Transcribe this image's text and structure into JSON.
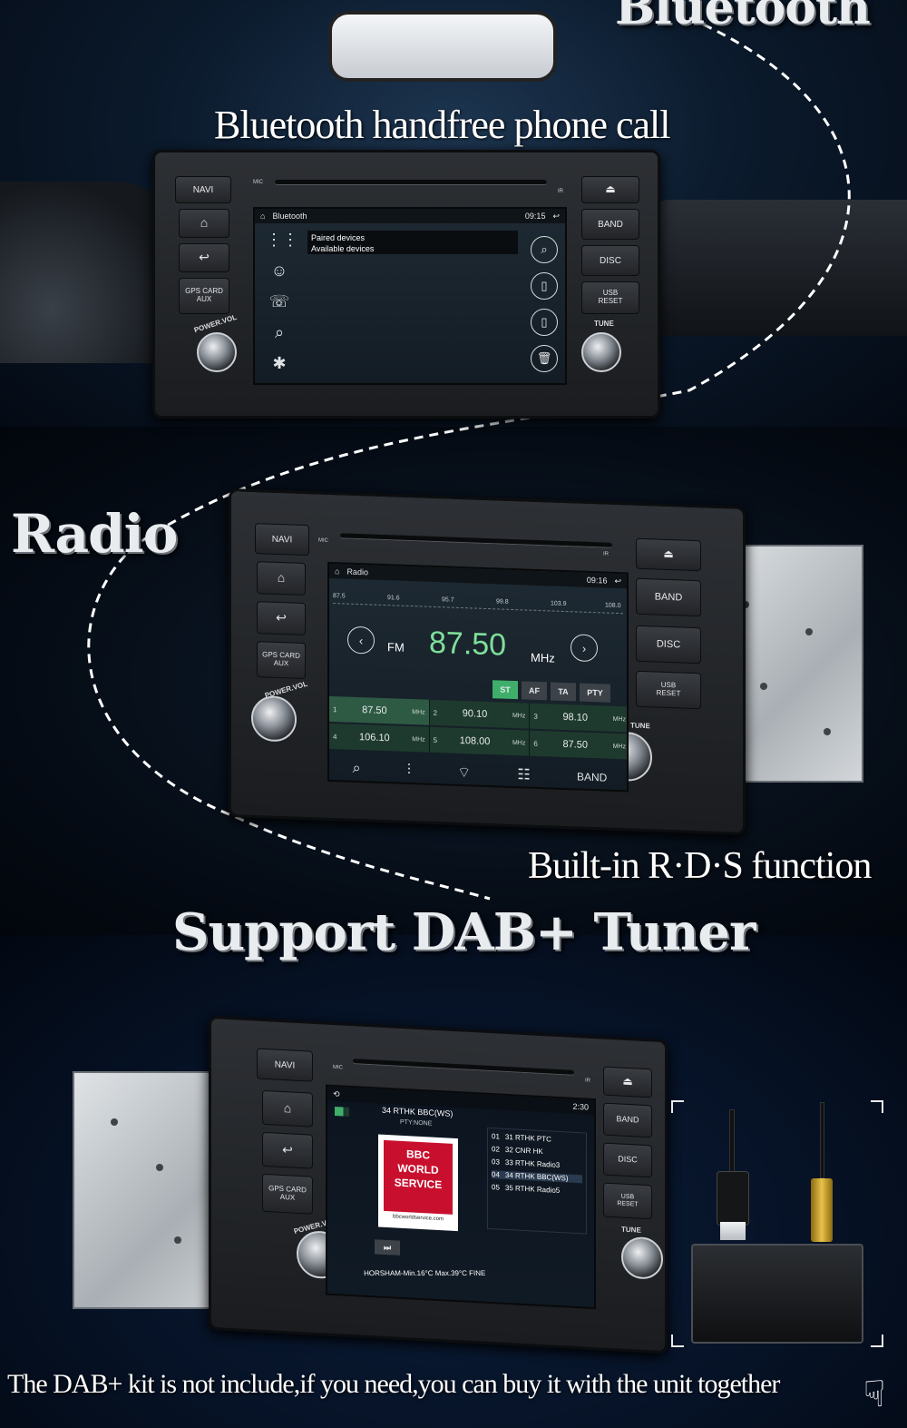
{
  "section_bluetooth": {
    "heading": "Bluetooth",
    "caption": "Bluetooth handfree phone call",
    "screen": {
      "app_title": "Bluetooth",
      "time": "09:15",
      "list": [
        "Paired devices",
        "Available devices"
      ]
    }
  },
  "section_radio": {
    "heading": "Radio",
    "caption": "Built-in R·D·S function",
    "screen": {
      "app_title": "Radio",
      "time": "09:16",
      "scale": [
        "87.5",
        "91.6",
        "95.7",
        "99.8",
        "103.9",
        "108.0"
      ],
      "band": "FM",
      "frequency": "87.50",
      "unit": "MHz",
      "chips": [
        "ST",
        "AF",
        "TA",
        "PTY"
      ],
      "presets": [
        {
          "n": "1",
          "freq": "87.50",
          "unit": "MHz"
        },
        {
          "n": "2",
          "freq": "90.10",
          "unit": "MHz"
        },
        {
          "n": "3",
          "freq": "98.10",
          "unit": "MHz"
        },
        {
          "n": "4",
          "freq": "106.10",
          "unit": "MHz"
        },
        {
          "n": "5",
          "freq": "108.00",
          "unit": "MHz"
        },
        {
          "n": "6",
          "freq": "87.50",
          "unit": "MHz"
        }
      ],
      "bottom_band_label": "BAND"
    }
  },
  "section_dab": {
    "heading": "Support DAB+ Tuner",
    "screen": {
      "time": "2:30",
      "station_title": "34 RTHK BBC(WS)",
      "pty": "PTY:NONE",
      "logo_lines": [
        "BBC",
        "WORLD",
        "SERVICE"
      ],
      "logo_url": "bbcworldservice.com",
      "stations": [
        {
          "n": "01",
          "name": "31 RTHK PTC"
        },
        {
          "n": "02",
          "name": "32 CNR HK"
        },
        {
          "n": "03",
          "name": "33 RTHK Radio3"
        },
        {
          "n": "04",
          "name": "34 RTHK BBC(WS)"
        },
        {
          "n": "05",
          "name": "35 RTHK Radio5"
        }
      ],
      "ticker": "HORSHAM-Min.16°C Max.39°C FINE"
    },
    "footer": "The DAB+ kit is not include,if you need,you can buy it with the unit together"
  },
  "unit_buttons": {
    "navi": "NAVI",
    "band": "BAND",
    "disc": "DISC",
    "usb_reset_1": "USB",
    "usb_reset_2": "RESET",
    "gps_1": "GPS CARD",
    "gps_2": "AUX",
    "power_vol": "POWER.VOL",
    "tune": "TUNE",
    "mic": "MIC",
    "ir": "IR"
  },
  "colors": {
    "radio_green": "#7fe09a",
    "preset_green": "#2e5a44",
    "chip_green": "#3fae6b",
    "bbc_red": "#c8102e"
  }
}
